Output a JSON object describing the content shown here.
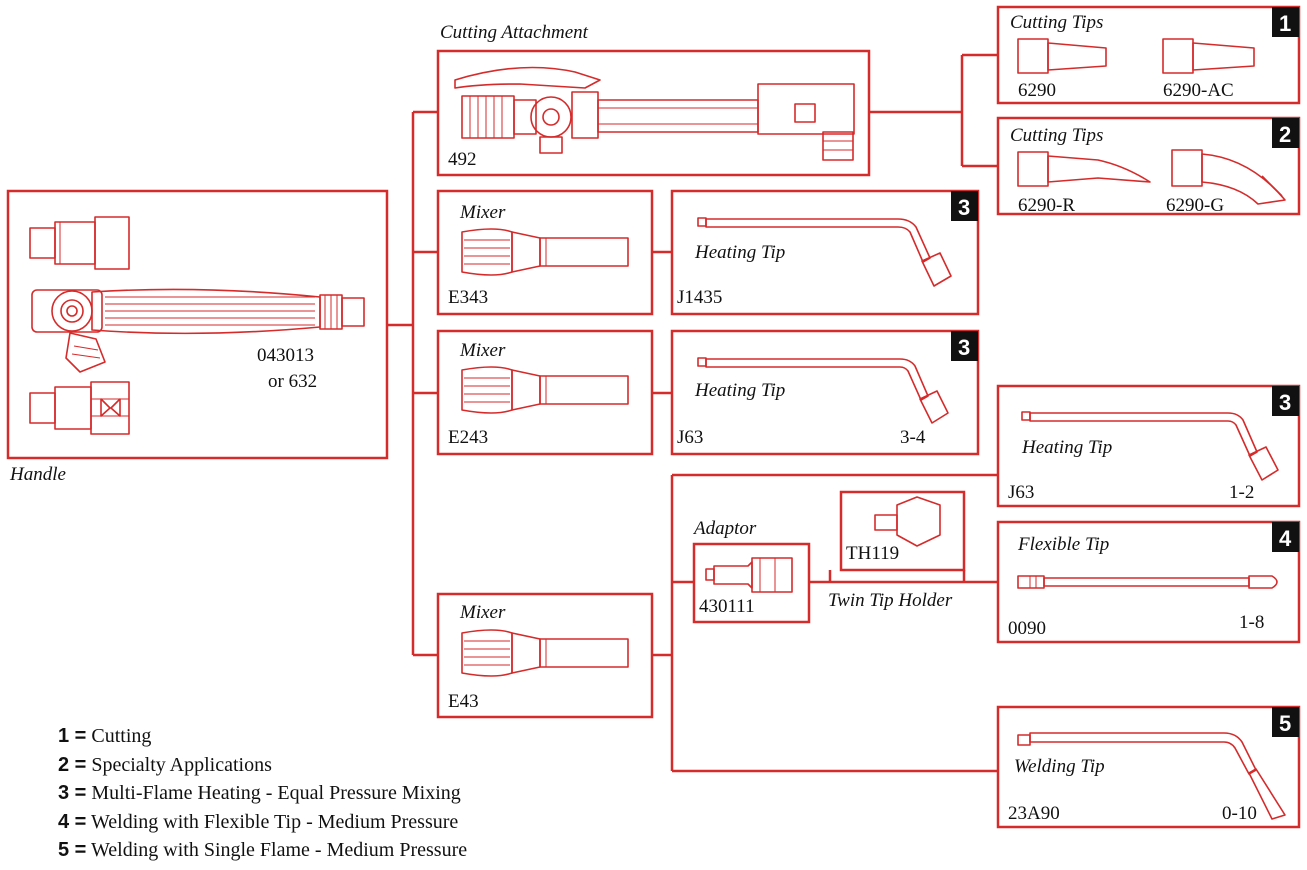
{
  "colors": {
    "accent": "#d52b2b",
    "badge": "#111111",
    "text": "#111111"
  },
  "handle": {
    "title": "Handle",
    "part_a": "043013",
    "part_b": "or 632"
  },
  "cutting_attachment": {
    "title": "Cutting Attachment",
    "part": "492"
  },
  "cutting_tips_1": {
    "title": "Cutting Tips",
    "badge": "1",
    "part_a": "6290",
    "part_b": "6290-AC"
  },
  "cutting_tips_2": {
    "title": "Cutting Tips",
    "badge": "2",
    "part_a": "6290-R",
    "part_b": "6290-G"
  },
  "mixer_e343": {
    "title": "Mixer",
    "part": "E343"
  },
  "mixer_e243": {
    "title": "Mixer",
    "part": "E243"
  },
  "mixer_e43": {
    "title": "Mixer",
    "part": "E43"
  },
  "heating_tip_j1435": {
    "title": "Heating Tip",
    "badge": "3",
    "part": "J1435"
  },
  "heating_tip_j63_a": {
    "title": "Heating Tip",
    "badge": "3",
    "part": "J63",
    "size": "3-4"
  },
  "heating_tip_j63_b": {
    "title": "Heating Tip",
    "badge": "3",
    "part": "J63",
    "size": "1-2"
  },
  "adaptor": {
    "title": "Adaptor",
    "part": "430111"
  },
  "twin_tip_holder": {
    "title": "Twin Tip Holder",
    "part": "TH119"
  },
  "flexible_tip": {
    "title": "Flexible Tip",
    "badge": "4",
    "part": "0090",
    "size": "1-8"
  },
  "welding_tip": {
    "title": "Welding Tip",
    "badge": "5",
    "part": "23A90",
    "size": "0-10"
  },
  "legend": [
    {
      "num": "1 =",
      "text": "Cutting"
    },
    {
      "num": "2 =",
      "text": "Specialty Applications"
    },
    {
      "num": "3 =",
      "text": "Multi-Flame Heating - Equal Pressure Mixing"
    },
    {
      "num": "4 =",
      "text": "Welding with Flexible Tip - Medium Pressure"
    },
    {
      "num": "5 =",
      "text": "Welding with Single Flame - Medium Pressure"
    }
  ]
}
